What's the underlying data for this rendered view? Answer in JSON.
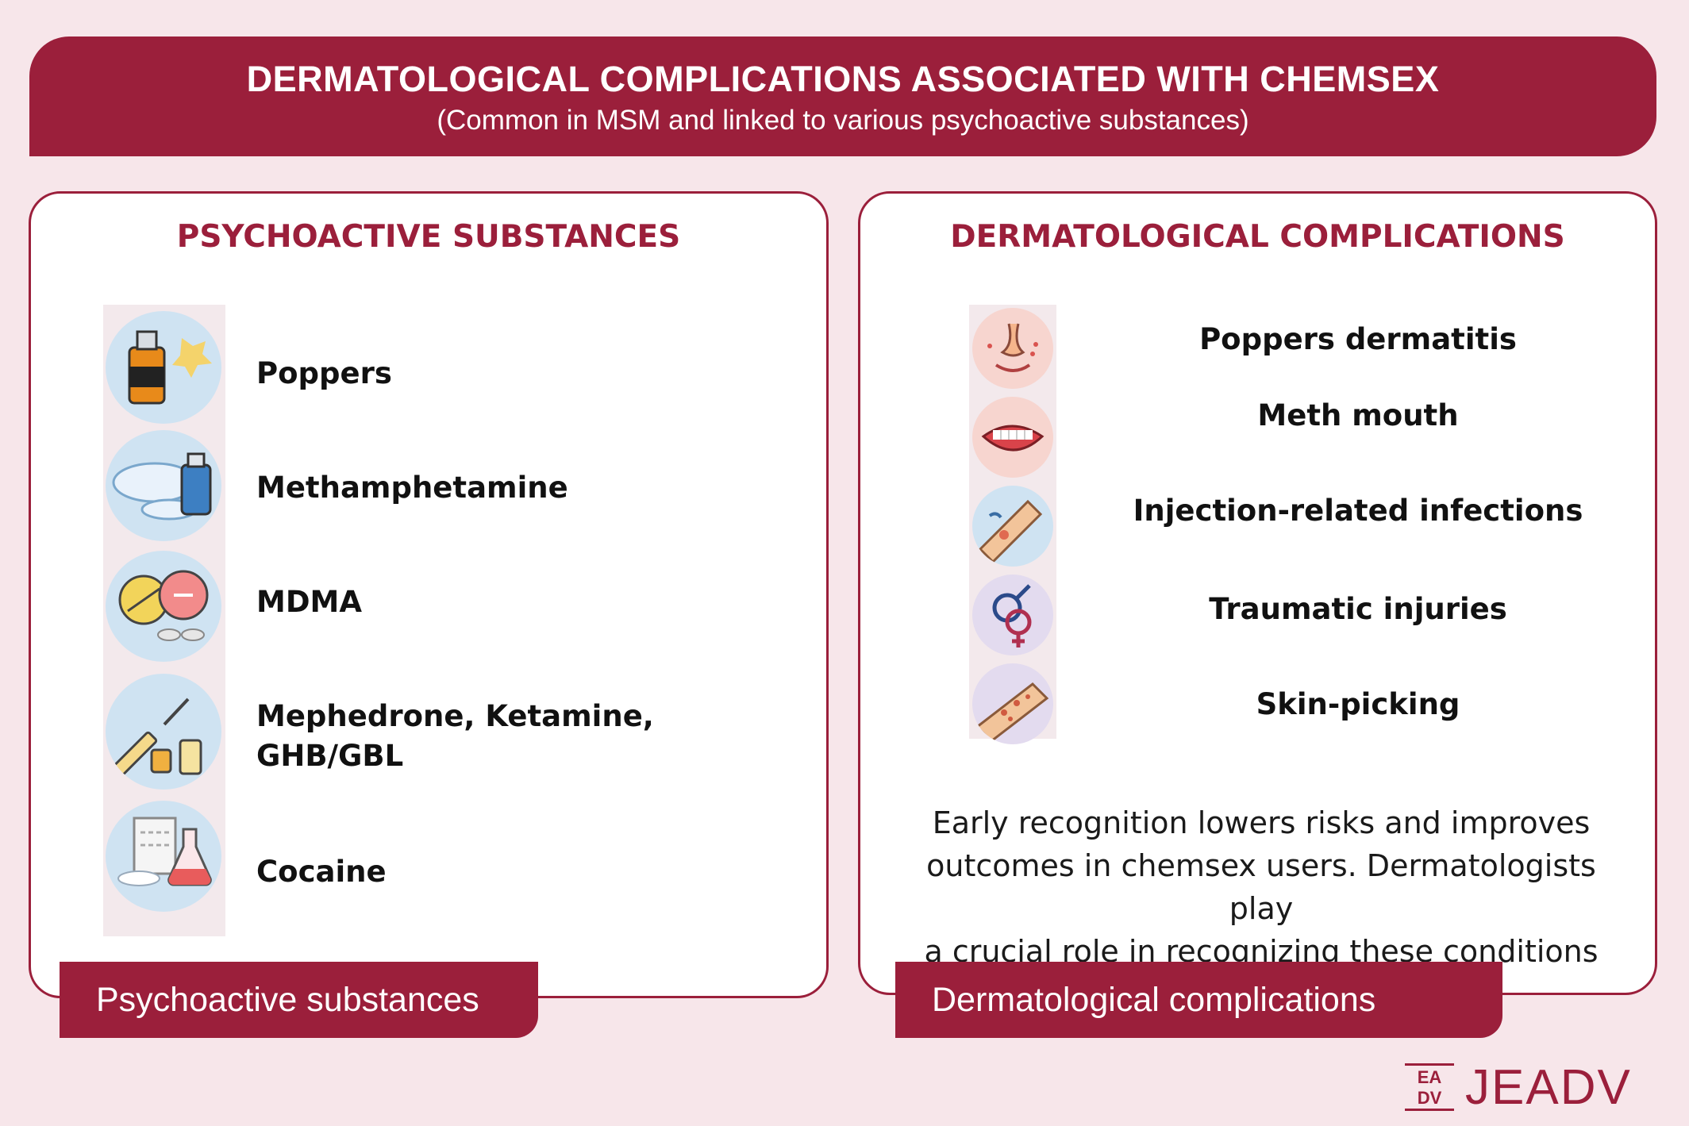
{
  "header": {
    "title": "DERMATOLOGICAL COMPLICATIONS ASSOCIATED WITH CHEMSEX",
    "subtitle": "(Common in MSM and linked to various psychoactive substances)"
  },
  "left_panel": {
    "title": "PSYCHOACTIVE SUBSTANCES",
    "items": [
      {
        "label": "Poppers",
        "icon": "poppers-bottle-icon"
      },
      {
        "label": "Methamphetamine",
        "icon": "crystals-bottle-icon"
      },
      {
        "label": "MDMA",
        "icon": "pills-icon"
      },
      {
        "label_line1": "Mephedrone, Ketamine,",
        "label_line2": "GHB/GBL",
        "icon": "syringe-vials-icon"
      },
      {
        "label": "Cocaine",
        "icon": "powder-flask-icon"
      }
    ],
    "tab": "Psychoactive substances"
  },
  "right_panel": {
    "title": "DERMATOLOGICAL COMPLICATIONS",
    "items": [
      {
        "label": "Poppers dermatitis",
        "icon": "face-rash-icon"
      },
      {
        "label": "Meth mouth",
        "icon": "mouth-teeth-icon"
      },
      {
        "label": "Injection-related infections",
        "icon": "arm-wound-icon"
      },
      {
        "label": "Traumatic injuries",
        "icon": "gender-symbols-icon"
      },
      {
        "label": "Skin-picking",
        "icon": "skin-lesions-icon"
      }
    ],
    "note_line1": "Early recognition lowers risks and improves",
    "note_line2": "outcomes in chemsex users. Dermatologists play",
    "note_line3": "a crucial role in recognizing these conditions",
    "tab": "Dermatological complications"
  },
  "logo": {
    "mark_top": "EA",
    "mark_bottom": "DV",
    "word": "JEADV"
  },
  "colors": {
    "brand": "#9b1f3b",
    "background": "#f7e6ea",
    "icon_bg": "#cfe3f2"
  }
}
